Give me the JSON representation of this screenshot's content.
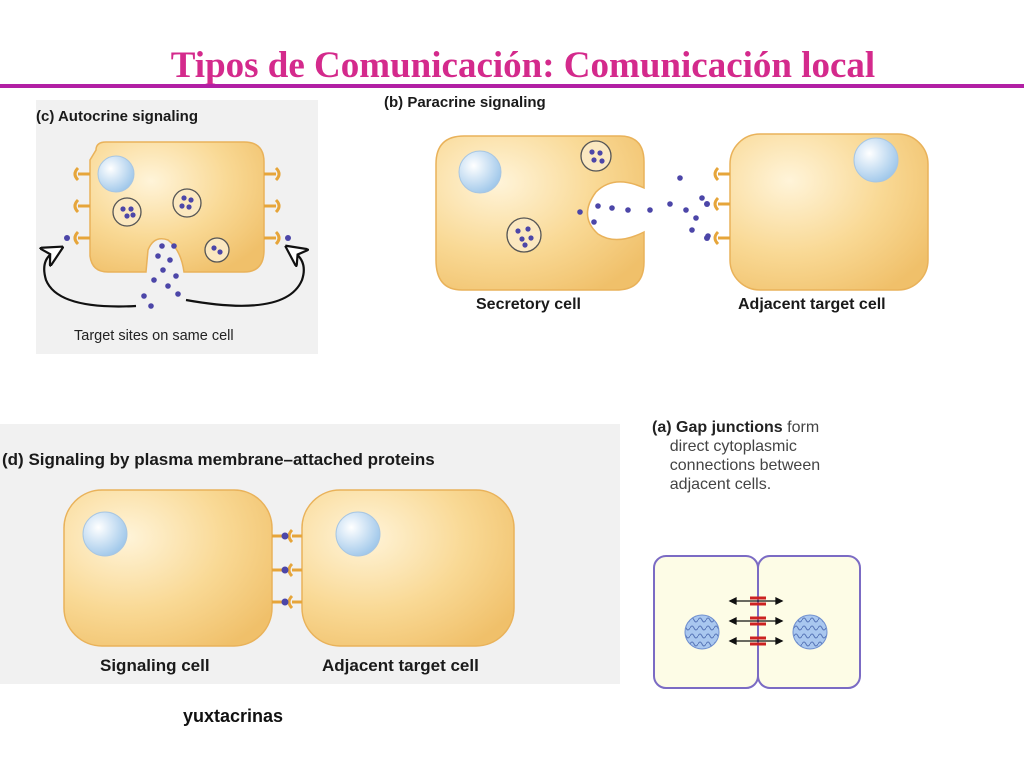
{
  "title": "Tipos de Comunicación: Comunicación local",
  "panel_c": {
    "prefix": "(c)",
    "label": "Autocrine signaling",
    "caption": "Target sites on same cell"
  },
  "panel_b": {
    "prefix": "(b)",
    "label": "Paracrine signaling",
    "left_cell": "Secretory cell",
    "right_cell": "Adjacent target cell"
  },
  "panel_d": {
    "prefix": "(d)",
    "label": "Signaling by plasma membrane–attached proteins",
    "left_cell": "Signaling cell",
    "right_cell": "Adjacent target cell"
  },
  "panel_a": {
    "prefix": "(a)",
    "bold": "Gap junctions",
    "line1_rest": "form",
    "line2": "direct cytoplasmic",
    "line3": "connections between",
    "line4": "adjacent cells."
  },
  "footer_label": "yuxtacrinas",
  "colors": {
    "title": "#d42a8c",
    "rule": "#b21fa4",
    "cell_fill": "#f8d58e",
    "cell_edge": "#e9b25a",
    "nucleus": "#cde3f7",
    "vesicle_dot": "#4c46a8",
    "receptor": "#e6a53a",
    "gap_cell_edge": "#7b6bc4",
    "gap_junction": "#cc2222"
  }
}
